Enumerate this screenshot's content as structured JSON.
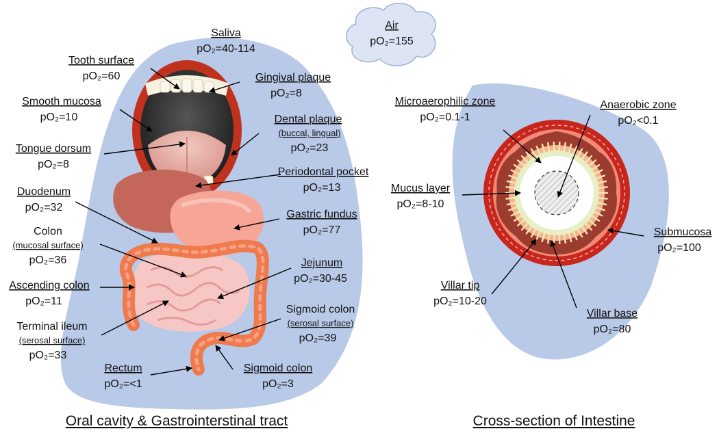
{
  "air": {
    "name": "Air",
    "value": "pO₂=155"
  },
  "oral": {
    "saliva": {
      "name": "Saliva",
      "value": "pO₂=40-114"
    },
    "tooth_surface": {
      "name": "Tooth surface",
      "value": "pO₂=60"
    },
    "gingival_plaque": {
      "name": "Gingival plaque",
      "value": "pO₂=8"
    },
    "smooth_mucosa": {
      "name": "Smooth mucosa",
      "value": "pO₂=10"
    },
    "dental_plaque": {
      "name": "Dental plaque",
      "sub": "(buccal, lingual)",
      "value": "pO₂=23"
    },
    "tongue_dorsum": {
      "name": "Tongue dorsum",
      "value": "pO₂=8"
    },
    "periodontal_pocket": {
      "name": "Periodontal pocket",
      "value": "pO₂=13"
    },
    "duodenum": {
      "name": "Duodenum",
      "value": "pO₂=32"
    },
    "gastric_fundus": {
      "name": "Gastric fundus",
      "value": "pO₂=77"
    },
    "colon_mucosal": {
      "name": "Colon",
      "sub": "(mucosal surface)",
      "value": "pO₂=36"
    },
    "jejunum": {
      "name": "Jejunum",
      "value": "pO₂=30-45"
    },
    "ascending_colon": {
      "name": "Ascending colon",
      "value": "pO₂=11"
    },
    "sigmoid_serosal": {
      "name": "Sigmoid colon",
      "sub": "(serosal surface)",
      "value": "pO₂=39"
    },
    "terminal_ileum": {
      "name": "Terminal ileum",
      "sub": "(serosal surface)",
      "value": "pO₂=33"
    },
    "rectum": {
      "name": "Rectum",
      "value": "pO₂=<1"
    },
    "sigmoid_colon": {
      "name": "Sigmoid colon",
      "value": "pO₂=3"
    }
  },
  "intestine": {
    "microaerophilic_zone": {
      "name": "Microaerophilic zone",
      "value": "pO₂=0.1-1"
    },
    "anaerobic_zone": {
      "name": "Anaerobic zone",
      "value": "pO₂<0.1"
    },
    "mucus_layer": {
      "name": "Mucus layer",
      "value": "pO₂=8-10"
    },
    "submucosa": {
      "name": "Submucosa",
      "value": "pO₂=100"
    },
    "villar_tip": {
      "name": "Villar tip",
      "value": "pO₂=10-20"
    },
    "villar_base": {
      "name": "Villar base",
      "value": "pO₂=80"
    }
  },
  "captions": {
    "left": "Oral cavity & Gastrointerstinal tract",
    "right": "Cross-section of Intestine"
  },
  "colors": {
    "background_blob": "#b9c9e8",
    "lips": "#c0321d",
    "colon": "#ee7a4e",
    "stomach": "#f6a596",
    "intestine_wall": "#c8251c",
    "mucus": "#e6f0c4"
  }
}
